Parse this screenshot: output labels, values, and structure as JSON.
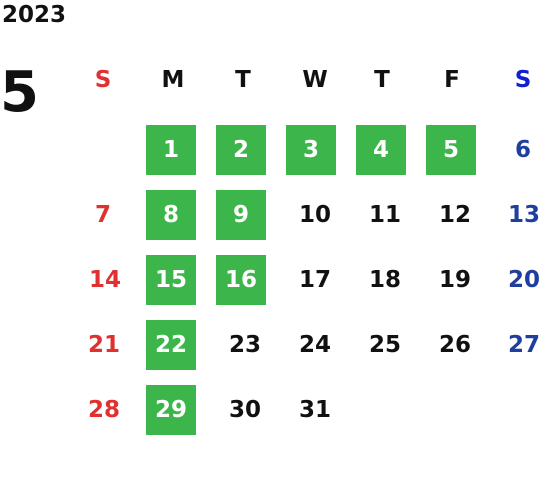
{
  "header": {
    "year": "2023",
    "month": "5"
  },
  "weekdays": [
    "S",
    "M",
    "T",
    "W",
    "T",
    "F",
    "S"
  ],
  "weeks": [
    [
      "",
      "1",
      "2",
      "3",
      "4",
      "5",
      "6"
    ],
    [
      "7",
      "8",
      "9",
      "10",
      "11",
      "12",
      "13"
    ],
    [
      "14",
      "15",
      "16",
      "17",
      "18",
      "19",
      "20"
    ],
    [
      "21",
      "22",
      "23",
      "24",
      "25",
      "26",
      "27"
    ],
    [
      "28",
      "29",
      "30",
      "31",
      "",
      "",
      ""
    ]
  ],
  "highlighted_days": [
    "1",
    "2",
    "3",
    "4",
    "5",
    "8",
    "9",
    "15",
    "16",
    "22",
    "29"
  ],
  "colors": {
    "highlight": "#3cb54a",
    "sunday": "#e03030",
    "saturday": "#1f3f9e",
    "saturday_header": "#1020d0",
    "text": "#111111"
  }
}
